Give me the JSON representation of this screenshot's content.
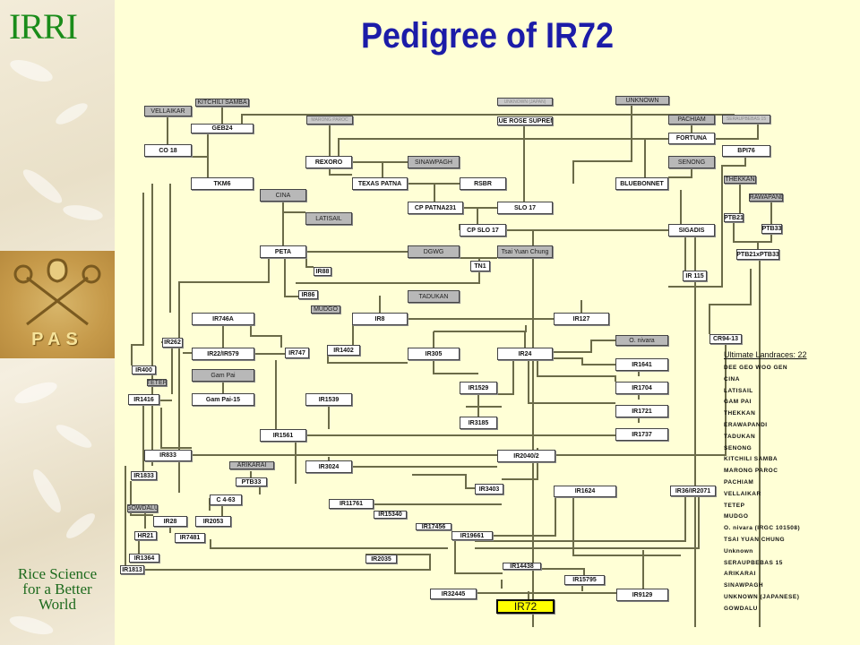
{
  "title": "Pedigree of IR72",
  "sidebar": {
    "logo_text": "IRRI",
    "emblem_text": "PAS",
    "motto": "Rice Science for a Better World"
  },
  "nodes": [
    {
      "label": "KITCHILI SAMBA",
      "kind": "g"
    },
    {
      "label": "VELLAIKAR",
      "kind": "g"
    },
    {
      "label": "MARONG PAROC",
      "kind": "lg"
    },
    {
      "label": "UNKNOWN (JAPAN)",
      "kind": "lg"
    },
    {
      "label": "UNKNOWN",
      "kind": "g"
    },
    {
      "label": "PACHIAM",
      "kind": "g"
    },
    {
      "label": "SERAUPBEBAS 15",
      "kind": "lg"
    },
    {
      "label": "SINAWPAGH",
      "kind": "g"
    },
    {
      "label": "SENONG",
      "kind": "g"
    },
    {
      "label": "CINA",
      "kind": "g"
    },
    {
      "label": "LATISAIL",
      "kind": "g"
    },
    {
      "label": "THEKKAN",
      "kind": "g"
    },
    {
      "label": "ERAWAPANDI",
      "kind": "g"
    },
    {
      "label": "DGWG",
      "kind": "g"
    },
    {
      "label": "Tsai Yuan Chung",
      "kind": "g"
    },
    {
      "label": "TADUKAN",
      "kind": "g"
    },
    {
      "label": "MUDGO",
      "kind": "g"
    },
    {
      "label": "O. nivara",
      "kind": "g"
    },
    {
      "label": "TETEP",
      "kind": "g"
    },
    {
      "label": "Gam Pai",
      "kind": "g"
    },
    {
      "label": "ARIKARAI",
      "kind": "g"
    },
    {
      "label": "GOWDALU",
      "kind": "g"
    },
    {
      "label": "GEB24",
      "kind": "w"
    },
    {
      "label": "CO 18",
      "kind": "w"
    },
    {
      "label": "TKM6",
      "kind": "w"
    },
    {
      "label": "REXORO",
      "kind": "w"
    },
    {
      "label": "TEXAS PATNA",
      "kind": "w"
    },
    {
      "label": "RSBR",
      "kind": "w"
    },
    {
      "label": "CP PATNA231",
      "kind": "w"
    },
    {
      "label": "SLO 17",
      "kind": "w"
    },
    {
      "label": "BLUE ROSE SUPREME",
      "kind": "w"
    },
    {
      "label": "FORTUNA",
      "kind": "w"
    },
    {
      "label": "BPI76",
      "kind": "w"
    },
    {
      "label": "BLUEBONNET",
      "kind": "w"
    },
    {
      "label": "PTB21",
      "kind": "w"
    },
    {
      "label": "PTB33",
      "kind": "w"
    },
    {
      "label": "CP SLO 17",
      "kind": "w"
    },
    {
      "label": "SIGADIS",
      "kind": "w"
    },
    {
      "label": "PTB21xPTB33",
      "kind": "w"
    },
    {
      "label": "PETA",
      "kind": "w"
    },
    {
      "label": "TN1",
      "kind": "w"
    },
    {
      "label": "IR88",
      "kind": "w"
    },
    {
      "label": "IR86",
      "kind": "w"
    },
    {
      "label": "IR 115",
      "kind": "w"
    },
    {
      "label": "IR8",
      "kind": "w"
    },
    {
      "label": "IR127",
      "kind": "w"
    },
    {
      "label": "IR746A",
      "kind": "w"
    },
    {
      "label": "IR262",
      "kind": "w"
    },
    {
      "label": "CR94-13",
      "kind": "w"
    },
    {
      "label": "IR22/IR579",
      "kind": "w"
    },
    {
      "label": "IR747",
      "kind": "w"
    },
    {
      "label": "IR1402",
      "kind": "w"
    },
    {
      "label": "IR305",
      "kind": "w"
    },
    {
      "label": "IR24",
      "kind": "w"
    },
    {
      "label": "IR1641",
      "kind": "w"
    },
    {
      "label": "IR400",
      "kind": "w"
    },
    {
      "label": "IR1416",
      "kind": "w"
    },
    {
      "label": "Gam Pai-15",
      "kind": "w"
    },
    {
      "label": "IR1539",
      "kind": "w"
    },
    {
      "label": "IR1529",
      "kind": "w"
    },
    {
      "label": "IR1704",
      "kind": "w"
    },
    {
      "label": "IR1721",
      "kind": "w"
    },
    {
      "label": "IR3185",
      "kind": "w"
    },
    {
      "label": "IR1561",
      "kind": "w"
    },
    {
      "label": "IR1737",
      "kind": "w"
    },
    {
      "label": "IR833",
      "kind": "w"
    },
    {
      "label": "IR2040/2",
      "kind": "w"
    },
    {
      "label": "IR3024",
      "kind": "w"
    },
    {
      "label": "IR1833",
      "kind": "w"
    },
    {
      "label": "PTB33",
      "kind": "w"
    },
    {
      "label": "IR3403",
      "kind": "w"
    },
    {
      "label": "IR1624",
      "kind": "w"
    },
    {
      "label": "IR36/IR2071",
      "kind": "w"
    },
    {
      "label": "C 4-63",
      "kind": "w"
    },
    {
      "label": "IR11761",
      "kind": "w"
    },
    {
      "label": "IR28",
      "kind": "w"
    },
    {
      "label": "IR2053",
      "kind": "w"
    },
    {
      "label": "IR15340",
      "kind": "w"
    },
    {
      "label": "IR17456",
      "kind": "w"
    },
    {
      "label": "HR21",
      "kind": "w"
    },
    {
      "label": "IR7481",
      "kind": "w"
    },
    {
      "label": "IR19661",
      "kind": "w"
    },
    {
      "label": "IR1364",
      "kind": "w"
    },
    {
      "label": "IR2035",
      "kind": "w"
    },
    {
      "label": "IR1813",
      "kind": "w"
    },
    {
      "label": "IR14438",
      "kind": "w"
    },
    {
      "label": "IR15795",
      "kind": "w"
    },
    {
      "label": "IR32445",
      "kind": "w"
    },
    {
      "label": "IR9129",
      "kind": "w"
    },
    {
      "label": "IR72",
      "kind": "y"
    }
  ],
  "legend": {
    "heading": "Ultimate Landraces: 22",
    "items": [
      "DEE GEO WOO GEN",
      "CINA",
      "LATISAIL",
      "GAM PAI",
      "THEKKAN",
      "ERAWAPANDI",
      "TADUKAN",
      "SENONG",
      "KITCHILI SAMBA",
      "MARONG PAROC",
      "PACHIAM",
      "VELLAIKAR",
      "TETEP",
      "MUDGO",
      "O. nivara (IRGC 101508)",
      "TSAI YUAN CHUNG",
      "Unknown",
      "SERAUPBEBAS 15",
      "ARIKARAI",
      "SINAWPAGH",
      "UNKNOWN (JAPANESE)",
      "GOWDALU"
    ]
  },
  "colors": {
    "background": "#ffffd6",
    "title": "#1c1ca8",
    "line": "#6b6b48",
    "target": "#ffff00",
    "landrace": "#b8b8b8"
  }
}
